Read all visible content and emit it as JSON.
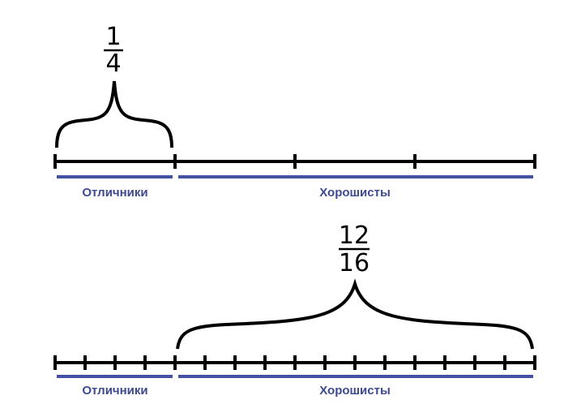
{
  "colors": {
    "line": "#000000",
    "bar": "#4352a3",
    "label": "#3d4a8f"
  },
  "top": {
    "numerator": "1",
    "denominator": "4",
    "segments": 4,
    "excellent_segments": 1,
    "label_excellent": "Отличники",
    "label_good": "Хорошисты"
  },
  "bottom": {
    "numerator": "12",
    "denominator": "16",
    "segments": 16,
    "excellent_segments": 4,
    "label_excellent": "Отличники",
    "label_good": "Хорошисты"
  }
}
